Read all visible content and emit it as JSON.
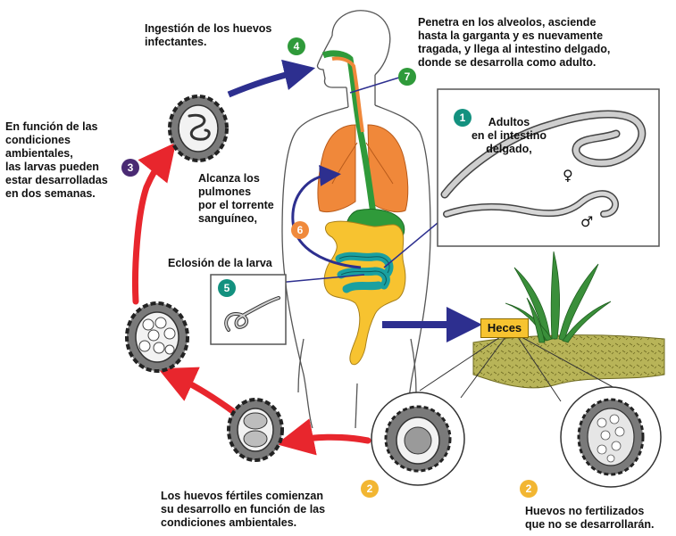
{
  "steps": {
    "s1": {
      "number": "1",
      "label": "Adultos\nen el intestino\ndelgado,",
      "color": "#13917f"
    },
    "s2a": {
      "number": "2",
      "label": "Los huevos fértiles comienzan\nsu desarrollo en función de las\ncondiciones ambientales.",
      "color": "#f2b632"
    },
    "s2b": {
      "number": "2",
      "label": "Huevos no fertilizados\nque no se desarrollarán.",
      "color": "#f2b632"
    },
    "s3": {
      "number": "3",
      "label": "En función de las\ncondiciones\nambientales,\nlas larvas pueden\nestar desarrolladas\nen dos semanas.",
      "color": "#4a2a73"
    },
    "s4": {
      "number": "4",
      "label": "Ingestión de los huevos\ninfectantes.",
      "color": "#2f9a3a"
    },
    "s5": {
      "number": "5",
      "label": "Eclosión de la larva",
      "color": "#13917f"
    },
    "s6": {
      "number": "6",
      "label": "Alcanza los\npulmones\npor el torrente\nsanguíneo,",
      "color": "#f08a3c"
    },
    "s7": {
      "number": "7",
      "label": "Penetra en los alveolos, asciende\nhasta la garganta y es nuevamente\ntragada, y llega al intestino delgado,\ndonde se desarrolla como adulto.",
      "color": "#2f9a3a"
    }
  },
  "heces_label": "Heces",
  "female_symbol": "♀",
  "male_symbol": "♂",
  "colors": {
    "red_arrow": "#e8262d",
    "blue_arrow": "#2d2f8f",
    "lungs": "#f0883a",
    "digestive": "#2f9a3a",
    "intestine": "#f7c330",
    "small_intestine": "#1aa0a0",
    "soil": "#b8b458",
    "grass": "#3a8f3a"
  }
}
